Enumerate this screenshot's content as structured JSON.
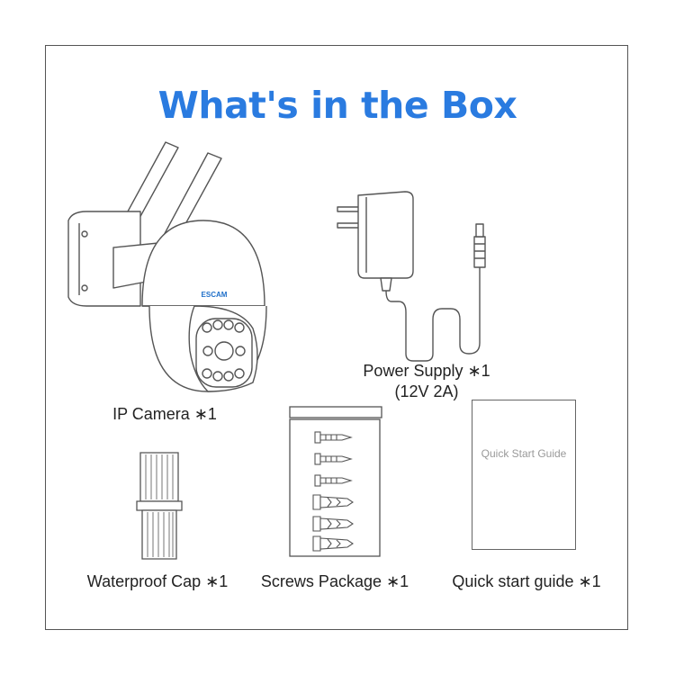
{
  "title": "What's in the Box",
  "brand_text": "ESCAM",
  "colors": {
    "title_blue": "#2a7be0",
    "line": "#555555",
    "camera_blue": "#1f6fc9"
  },
  "items": [
    {
      "label": "IP Camera ∗1",
      "icon": "ip-camera"
    },
    {
      "label": "Power Supply ∗1",
      "sub_label": "(12V 2A)",
      "icon": "power-adapter"
    },
    {
      "label": "Waterproof Cap ∗1",
      "icon": "waterproof-cap"
    },
    {
      "label": "Screws Package ∗1",
      "icon": "screws-package"
    },
    {
      "label": "Quick start guide ∗1",
      "icon": "quick-start-guide",
      "cover_text": "Quick Start Guide"
    }
  ]
}
